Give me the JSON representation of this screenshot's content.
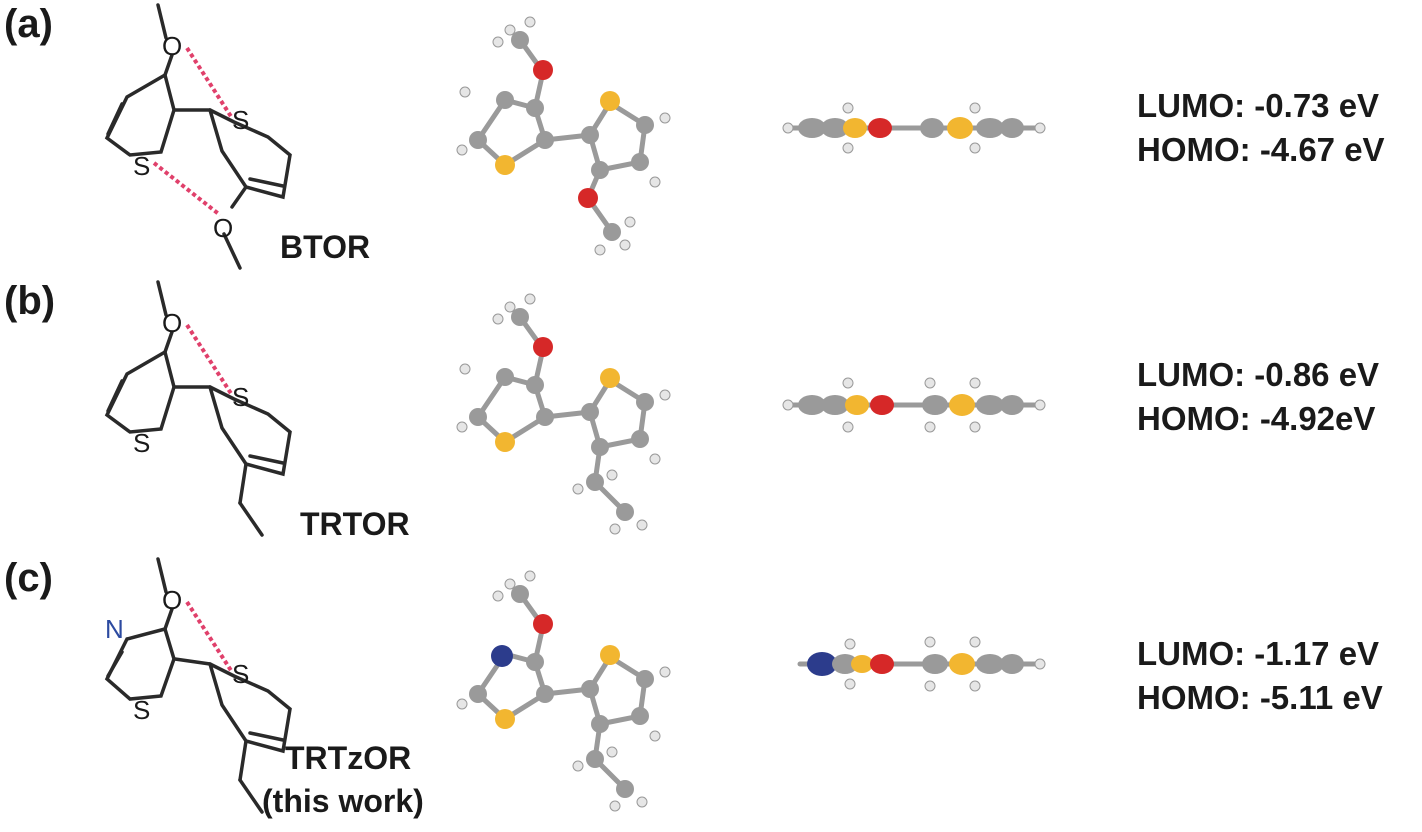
{
  "panels": [
    {
      "label": "(a)",
      "compound": "BTOR",
      "atoms": {
        "o_top": "O",
        "o_bottom": "O",
        "s_left": "S",
        "s_right": "S"
      },
      "lumo": "LUMO: -0.73 eV",
      "homo": "HOMO: -4.67 eV"
    },
    {
      "label": "(b)",
      "compound": "TRTOR",
      "atoms": {
        "o_top": "O",
        "s_left": "S",
        "s_right": "S"
      },
      "lumo": "LUMO: -0.86 eV",
      "homo": "HOMO: -4.92eV"
    },
    {
      "label": "(c)",
      "compound": "TRTzOR",
      "compound_note": "(this work)",
      "atoms": {
        "o_top": "O",
        "n_left": "N",
        "s_left": "S",
        "s_right": "S"
      },
      "lumo": "LUMO: -1.17 eV",
      "homo": "HOMO: -5.11 eV"
    }
  ],
  "colors": {
    "oxygen": "#d62828",
    "sulfur": "#f2b630",
    "nitrogen": "#2c3c8c",
    "carbon": "#9a9a9a",
    "hydrogen": "#e6e6e6",
    "chalcogen_interaction": "#e0406b",
    "nitrogen_label": "#2c4aa0"
  }
}
